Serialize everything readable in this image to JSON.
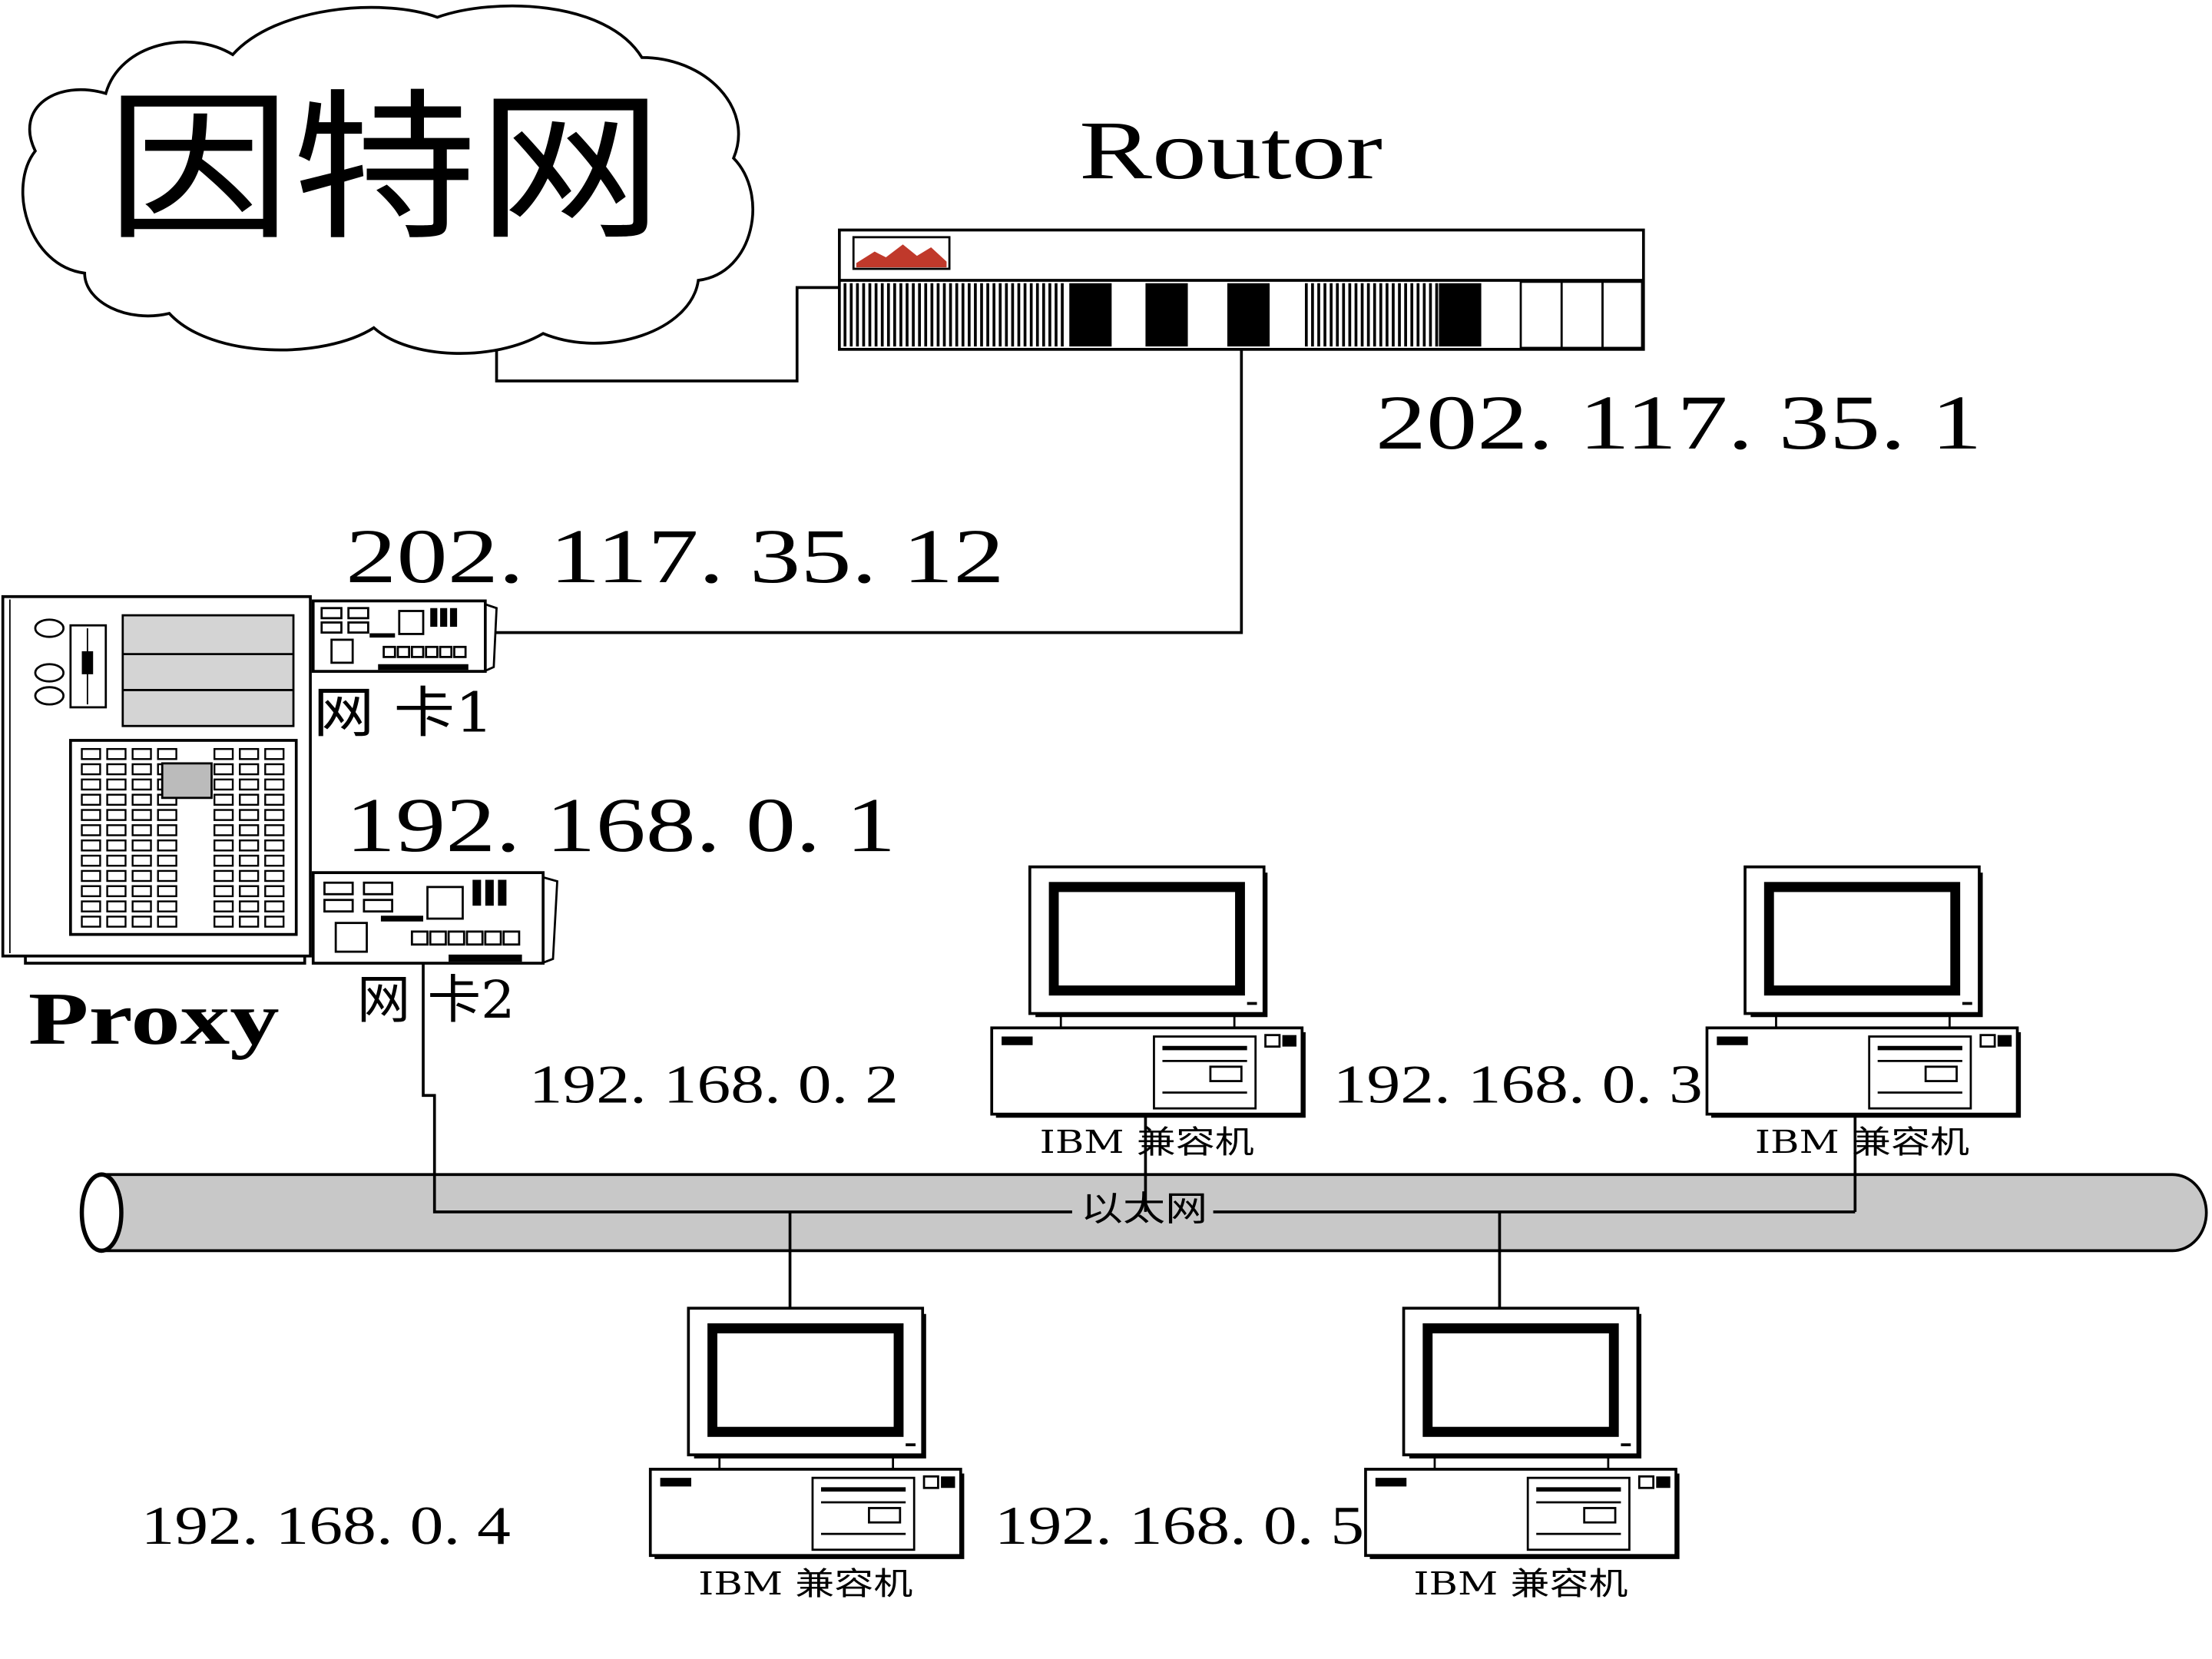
{
  "internet": {
    "label": "因特网"
  },
  "router": {
    "label": "Routor",
    "ip": "202. 117. 35. 1"
  },
  "proxy": {
    "label": "Proxy",
    "nic1": {
      "label": "网 卡1",
      "ip": "202. 117. 35. 12"
    },
    "nic2": {
      "label": "网 卡2",
      "ip": "192. 168. 0. 1"
    }
  },
  "ethernet": {
    "label": "以太网"
  },
  "clients": [
    {
      "label": "IBM 兼容机",
      "ip": "192. 168. 0. 2"
    },
    {
      "label": "IBM 兼容机",
      "ip": "192. 168. 0. 3"
    },
    {
      "label": "IBM 兼容机",
      "ip": "192. 168. 0. 4"
    },
    {
      "label": "IBM 兼容机",
      "ip": "192. 168. 0. 5"
    }
  ],
  "colors": {
    "ethernet_fill": "#c8c8c8",
    "drive_bay_fill": "#d4d4d4",
    "router_logo": "#c0392b",
    "line": "#000000"
  }
}
